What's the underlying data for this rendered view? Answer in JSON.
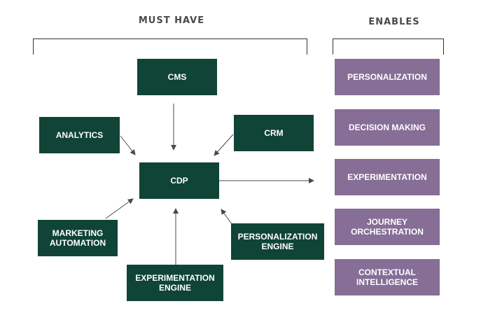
{
  "headers": {
    "must_have": "MUST HAVE",
    "enables": "ENABLES"
  },
  "must_have": {
    "cms": "CMS",
    "analytics": "ANALYTICS",
    "crm": "CRM",
    "cdp": "CDP",
    "marketing_automation": "MARKETING\nAUTOMATION",
    "personalization_engine": "PERSONALIZATION\nENGINE",
    "experimentation_engine": "EXPERIMENTATION\nENGINE"
  },
  "enables": [
    "PERSONALIZATION",
    "DECISION MAKING",
    "EXPERIMENTATION",
    "JOURNEY\nORCHESTRATION",
    "CONTEXTUAL\nINTELLIGENCE"
  ],
  "colors": {
    "must_have_box": "#0f4436",
    "enables_box": "#866e96",
    "arrow": "#4a4a4a"
  }
}
